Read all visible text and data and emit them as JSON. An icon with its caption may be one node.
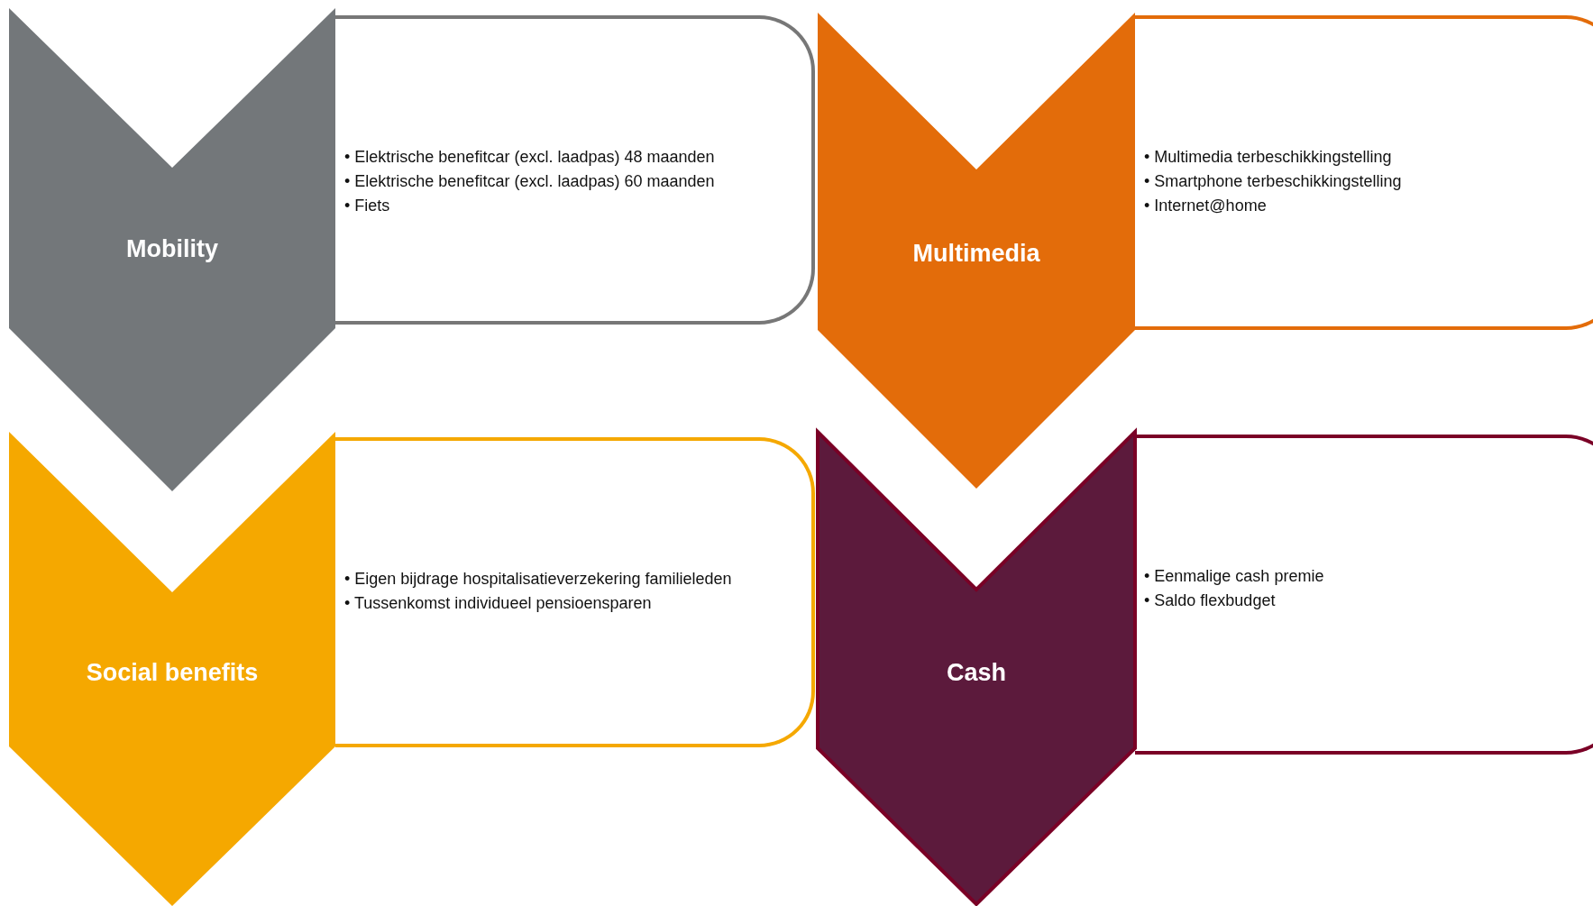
{
  "diagram": {
    "nodes": [
      {
        "text": [
          "Mobility"
        ]
      },
      {
        "text": [
          "• Elektrische benefitcar (excl. laadpas) 48 maanden",
          "• Elektrische benefitcar (excl. laadpas) 60 maanden",
          "• Fiets"
        ]
      },
      {
        "text": [
          "Multimedia"
        ]
      },
      {
        "text": [
          "• Multimedia terbeschikkingstelling",
          "• Smartphone terbeschikkingstelling",
          "• Internet@home"
        ]
      },
      {
        "text": [
          "Social benefits"
        ]
      },
      {
        "text": [
          "• Eigen bijdrage hospitalisatieverzekering familieleden",
          "• Tussenkomst individueel pensioensparen"
        ]
      },
      {
        "text": [
          "Cash"
        ]
      },
      {
        "text": [
          "• Eenmalige cash premie",
          "• Saldo flexbudget"
        ]
      }
    ]
  }
}
